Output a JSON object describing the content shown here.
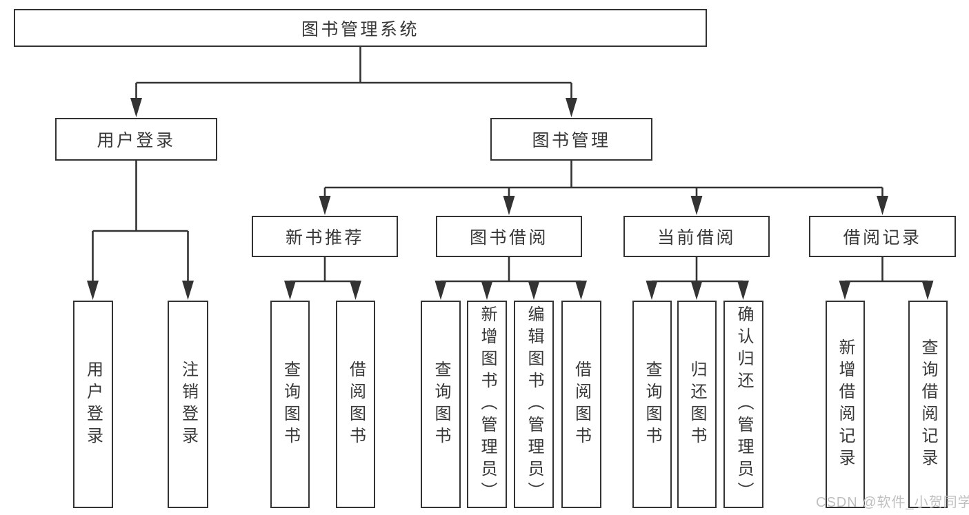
{
  "diagram": {
    "root": {
      "label": "图书管理系统"
    },
    "level2": [
      {
        "label": "用户登录"
      },
      {
        "label": "图书管理"
      }
    ],
    "level3": [
      {
        "label": "新书推荐",
        "parent": "图书管理"
      },
      {
        "label": "图书借阅",
        "parent": "图书管理"
      },
      {
        "label": "当前借阅",
        "parent": "图书管理"
      },
      {
        "label": "借阅记录",
        "parent": "图书管理"
      }
    ],
    "leaves": [
      {
        "label": "用户登录",
        "parent": "用户登录"
      },
      {
        "label": "注销登录",
        "parent": "用户登录"
      },
      {
        "label": "查询图书",
        "parent": "新书推荐"
      },
      {
        "label": "借阅图书",
        "parent": "新书推荐"
      },
      {
        "label": "查询图书",
        "parent": "图书借阅"
      },
      {
        "label": "新增图书（管理员）",
        "parent": "图书借阅"
      },
      {
        "label": "编辑图书（管理员）",
        "parent": "图书借阅"
      },
      {
        "label": "借阅图书",
        "parent": "图书借阅"
      },
      {
        "label": "查询图书",
        "parent": "当前借阅"
      },
      {
        "label": "归还图书",
        "parent": "当前借阅"
      },
      {
        "label": "确认归还（管理员）",
        "parent": "当前借阅"
      },
      {
        "label": "新增借阅记录",
        "parent": "借阅记录"
      },
      {
        "label": "查询借阅记录",
        "parent": "借阅记录"
      }
    ]
  },
  "watermark": "CSDN @软件_小贺同学",
  "colors": {
    "line": "#333333",
    "text": "#383838",
    "box_background": "#ffffff",
    "watermark": "#bfbfbf"
  }
}
